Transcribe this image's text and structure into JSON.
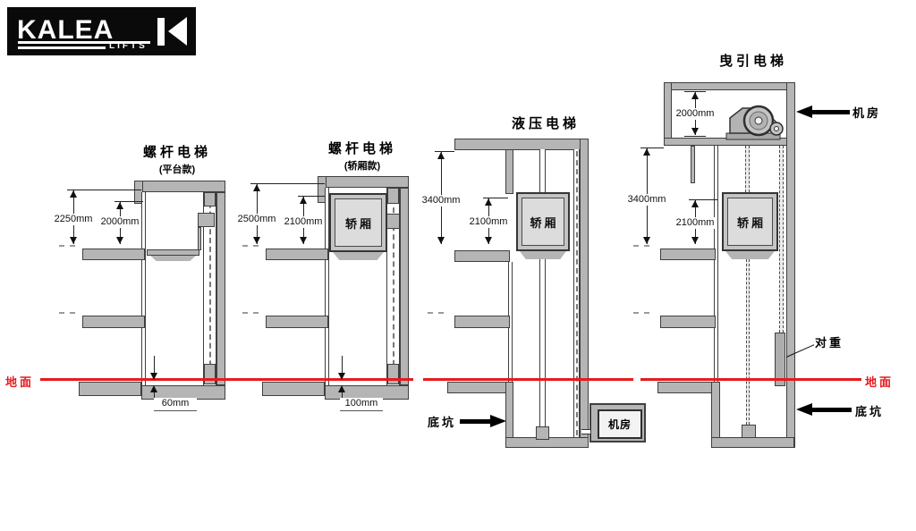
{
  "logo": {
    "brand": "KALEA",
    "sub": "LIFTS"
  },
  "ground": {
    "left": "地面",
    "right": "地面"
  },
  "colors": {
    "red": "#e8191d",
    "wall": "#b5b5b5",
    "outline": "#3f3f3f",
    "cabin_fill": "#dcdcdc"
  },
  "d1": {
    "title": "螺杆电梯",
    "subtitle": "(平台款)",
    "dim_outer": "2250mm",
    "dim_inner": "2000mm",
    "dim_pit": "60mm"
  },
  "d2": {
    "title": "螺杆电梯",
    "subtitle": "(轿厢款)",
    "dim_outer": "2500mm",
    "dim_inner": "2100mm",
    "dim_pit": "100mm",
    "cabin": "轿厢"
  },
  "d3": {
    "title": "液压电梯",
    "dim_outer": "3400mm",
    "dim_inner": "2100mm",
    "cabin": "轿厢",
    "machine_room": "机房",
    "pit": "底坑"
  },
  "d4": {
    "title": "曳引电梯",
    "dim_top": "2000mm",
    "dim_outer": "3400mm",
    "dim_inner": "2100mm",
    "cabin": "轿厢",
    "machine_room": "机房",
    "pit": "底坑",
    "counterweight": "对重"
  }
}
